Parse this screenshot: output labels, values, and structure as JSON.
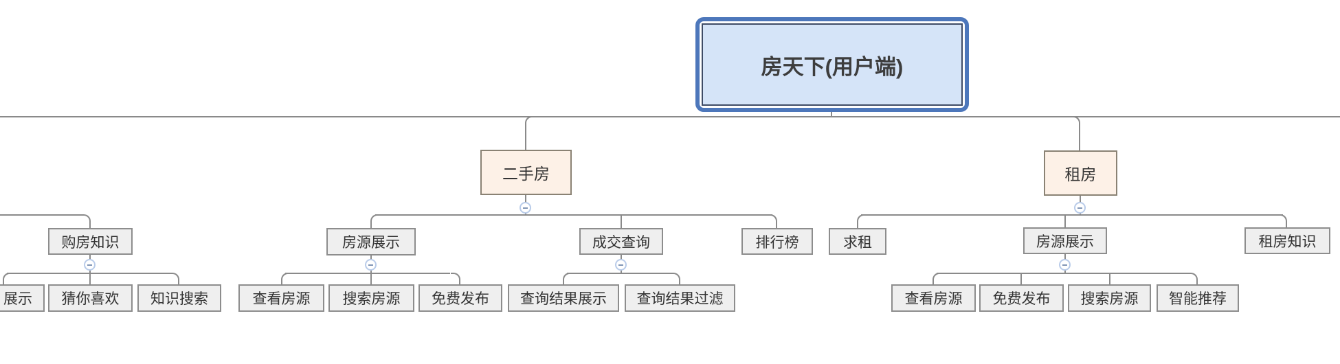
{
  "mindmap": {
    "root": {
      "label": "房天下(用户端)"
    },
    "branch_left_offscreen": {
      "goufang_zhishi": {
        "label": "购房知识",
        "children": {
          "zhanshi_truncated": {
            "label": "展示"
          },
          "cai_ni_xi_huan": {
            "label": "猜你喜欢"
          },
          "zhishi_sousuo": {
            "label": "知识搜索"
          }
        }
      }
    },
    "ershoufang": {
      "label": "二手房",
      "children": {
        "fangyuan_zhanshi": {
          "label": "房源展示",
          "children": {
            "chakan_fangyuan": {
              "label": "查看房源"
            },
            "sousuo_fangyuan": {
              "label": "搜索房源"
            },
            "mianfei_fabu": {
              "label": "免费发布"
            }
          }
        },
        "chengjiao_chaxun": {
          "label": "成交查询",
          "children": {
            "chaxun_jieguo_zhanshi": {
              "label": "查询结果展示"
            },
            "chaxun_jieguo_guolv": {
              "label": "查询结果过滤"
            }
          }
        },
        "paihangbang": {
          "label": "排行榜"
        }
      }
    },
    "zufang": {
      "label": "租房",
      "children": {
        "qiuzu": {
          "label": "求租"
        },
        "fangyuan_zhanshi": {
          "label": "房源展示",
          "children": {
            "chakan_fangyuan": {
              "label": "查看房源"
            },
            "mianfei_fabu": {
              "label": "免费发布"
            },
            "sousuo_fangyuan": {
              "label": "搜索房源"
            },
            "zhineng_tuijian": {
              "label": "智能推荐"
            }
          }
        },
        "zufang_zhishi": {
          "label": "租房知识"
        }
      }
    },
    "icons": {
      "collapse": "minus-circle"
    },
    "colors": {
      "root_border": "#4d77bb",
      "root_fill": "#d5e4f8",
      "root_inner_border": "#3e4b66",
      "branch_fill": "#fdf1e7",
      "branch_border": "#8a8274",
      "node_fill": "#efefef",
      "node_border": "#8d8d8d",
      "line": "#8a8a8a",
      "collapse_ring": "#b8cbe9",
      "collapse_dash": "#8095b5",
      "text": "#333333"
    }
  }
}
